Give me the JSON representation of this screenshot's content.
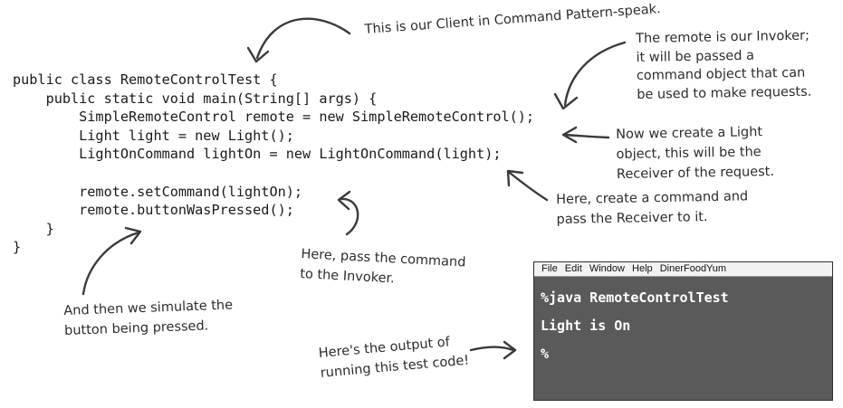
{
  "code": [
    "public class RemoteControlTest {",
    "    public static void main(String[] args) {",
    "        SimpleRemoteControl remote = new SimpleRemoteControl();",
    "        Light light = new Light();",
    "        LightOnCommand lightOn = new LightOnCommand(light);",
    "",
    "        remote.setCommand(lightOn);",
    "        remote.buttonWasPressed();",
    "    }",
    "}"
  ],
  "notes": {
    "client": [
      "This is our Client in Command Pattern-speak."
    ],
    "invoker": [
      "The remote is our Invoker;",
      "it will be passed a",
      "command object that can",
      "be used to make requests."
    ],
    "receiver": [
      "Now we create a Light",
      "object, this will be the",
      "Receiver of the request."
    ],
    "create_command": [
      "Here, create a command and",
      "pass the Receiver to it."
    ],
    "pass_command": [
      "Here, pass the command",
      "to the Invoker."
    ],
    "simulate": [
      "And then we simulate the",
      "button being pressed."
    ],
    "output": [
      "Here's the output of",
      "running this test code!"
    ]
  },
  "terminal": {
    "menu": [
      "File",
      "Edit",
      "Window",
      "Help",
      "DinerFoodYum"
    ],
    "lines": [
      "%java RemoteControlTest",
      "Light is On",
      "%"
    ]
  }
}
